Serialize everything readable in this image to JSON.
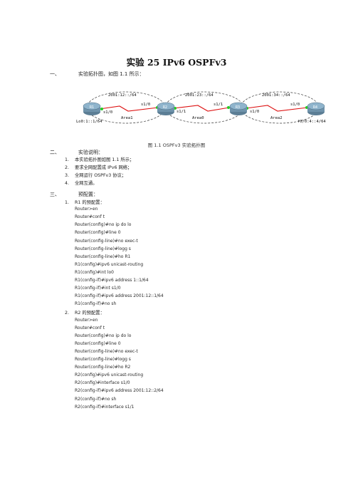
{
  "title": "实验 25 IPv6 OSPFv3",
  "sections": [
    {
      "num": "一、",
      "text": "实验拓扑图，如图 1.1 所示："
    },
    {
      "num": "二、",
      "text": "实验说明："
    },
    {
      "num": "三、",
      "text": "预配置："
    }
  ],
  "topology": {
    "routers": [
      "R1",
      "R2",
      "R3",
      "R4"
    ],
    "networks": [
      "2001:12::/64",
      "2001:23::/64",
      "2001:34::/64"
    ],
    "areas": [
      "Area1",
      "Area0",
      "Area2"
    ],
    "interfaces": {
      "r1_s": "s1/0",
      "r2_s10": "s1/0",
      "r2_s11": "s1/1",
      "r3_s11": "s1/1",
      "r3_s10": "s1/0",
      "r4_s": "s1/0"
    },
    "loopbacks": {
      "r1": "Lo0:1::1/64",
      "r4": "f0/0:4::4/64"
    },
    "caption": "图 1.1 OSPFv3 实验拓扑图"
  },
  "notes": [
    {
      "n": "1.",
      "text": "本实验拓扑图如图 1.1 所示；"
    },
    {
      "n": "2.",
      "text": "要求全网配置成 IPv6 网络；"
    },
    {
      "n": "3.",
      "text": "全网运行 OSPFv3 协议；"
    },
    {
      "n": "4.",
      "text": "全网互通。"
    }
  ],
  "preconfig": [
    {
      "n": "1.",
      "label": "R1 的预配置：",
      "commands": [
        "Router>en",
        "Router#conf t",
        "Router(config)#no ip do lo",
        "Router(config)#line 0",
        "Router(config-line)#no exec-t",
        "Router(config-line)#logg s",
        "Router(config-line)#ho R1",
        "R1(config)#ipv6 unicast-routing",
        "R1(config)#int lo0",
        "R1(config-if)#ipv6 address 1::1/64",
        "R1(config-if)#int s1/0",
        "R1(config-if)#ipv6 address 2001:12::1/64",
        "R1(config-if)#no sh"
      ]
    },
    {
      "n": "2.",
      "label": "R2 的预配置：",
      "commands": [
        "Router>en",
        "Router#conf t",
        "Router(config)#no ip do lo",
        "Router(config)#line 0",
        "Router(config-line)#no exec-t",
        "Router(config-line)#logg s",
        "Router(config-line)#ho R2",
        "R2(config)#ipv6 unicast-routing",
        "R2(config)#interface s1/0",
        "R2(config-if)#ipv6 address 2001:12::2/64",
        "R2(config-if)#no sh",
        "R2(config-if)#interface s1/1"
      ]
    }
  ]
}
